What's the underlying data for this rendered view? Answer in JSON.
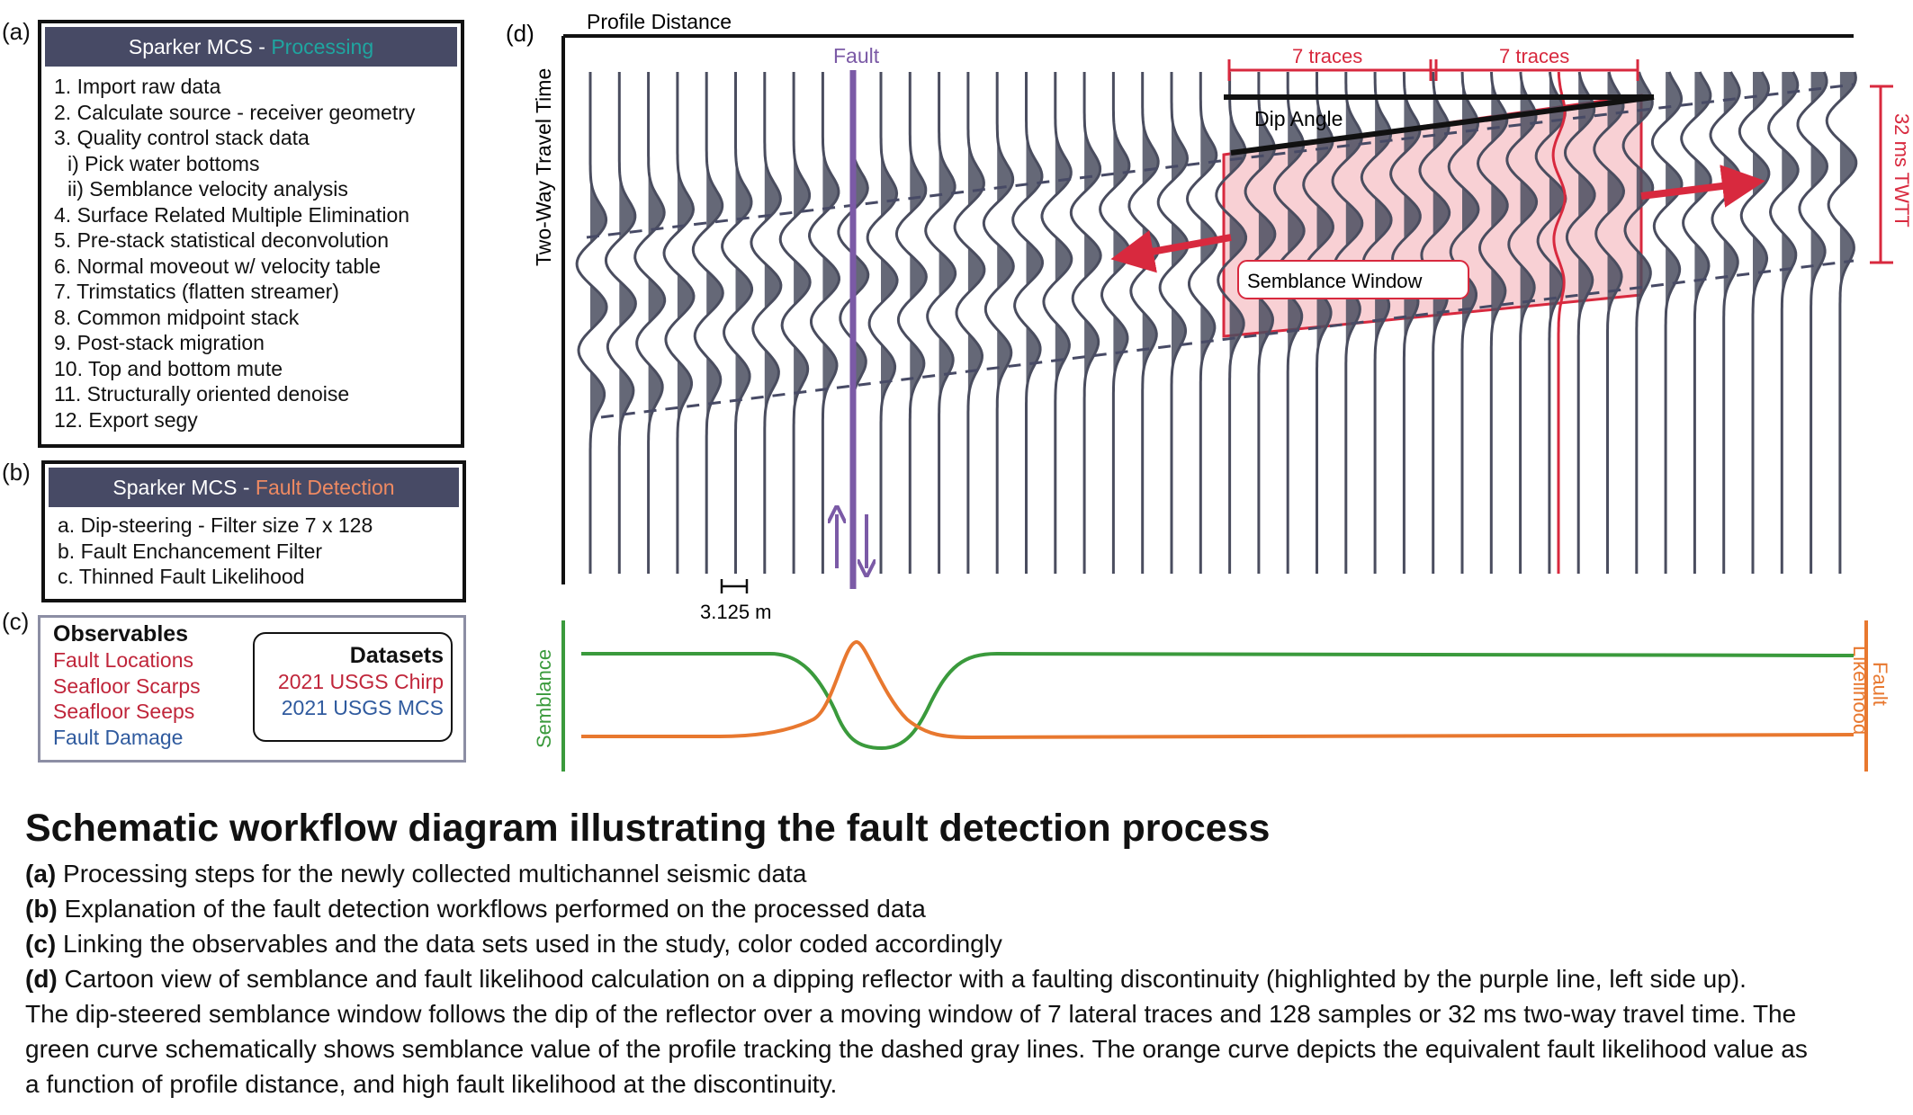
{
  "panel_labels": {
    "a": "(a)",
    "b": "(b)",
    "c": "(c)",
    "d": "(d)"
  },
  "processing": {
    "title_prefix": "Sparker MCS - ",
    "title_highlight": "Processing",
    "steps": [
      "1. Import raw data",
      "2. Calculate source - receiver geometry",
      "3. Quality control stack data",
      "   i) Pick water bottoms",
      "   ii) Semblance velocity analysis",
      "4. Surface Related Multiple Elimination",
      "5. Pre-stack statistical deconvolution",
      "6. Normal moveout w/ velocity table",
      "7. Trimstatics (flatten streamer)",
      "8. Common midpoint stack",
      "9. Post-stack migration",
      "10. Top and bottom mute",
      "11. Structurally oriented denoise",
      "12. Export segy"
    ]
  },
  "fault_detection": {
    "title_prefix": "Sparker MCS  - ",
    "title_highlight": "Fault Detection",
    "steps": [
      "a. Dip-steering - Filter size 7 x 128",
      "b. Fault Enchancement Filter",
      "c. Thinned Fault Likelihood"
    ]
  },
  "observables": {
    "title": "Observables",
    "items": [
      {
        "label": "Fault Locations",
        "color": "#c0253a"
      },
      {
        "label": "Seafloor Scarps",
        "color": "#c0253a"
      },
      {
        "label": "Seafloor Seeps",
        "color": "#c0253a"
      },
      {
        "label": "Fault Damage",
        "color": "#2f5a9e"
      }
    ]
  },
  "datasets": {
    "title": "Datasets",
    "items": [
      {
        "label": "2021 USGS Chirp",
        "color": "#c0253a"
      },
      {
        "label": "2021 USGS  MCS",
        "color": "#2f5a9e"
      }
    ]
  },
  "diagram": {
    "profile_distance": "Profile Distance",
    "two_way_travel_time": "Two-Way Travel Time",
    "fault": "Fault",
    "traces_left": "7 traces",
    "traces_right": "7 traces",
    "dip_angle": "Dip Angle",
    "semblance_window": "Semblance Window",
    "twtt": "32 ms TWTT",
    "scale": "3.125 m",
    "semblance": "Semblance",
    "fault_likelihood_1": "Fault",
    "fault_likelihood_2": "Likelihood"
  },
  "colors": {
    "header": "#474a65",
    "processing": "#1fa5a0",
    "fault_detection": "#ef8a62",
    "fault_line": "#7b5aa6",
    "window": "#d8293e",
    "semblance": "#3a9a3c",
    "fault_likelihood": "#e8782f",
    "trace": "#4a4d5f"
  },
  "caption": {
    "title": "Schematic workflow diagram illustrating the fault detection process",
    "a_label": "(a)",
    "a_text": " Processing steps for the newly collected multichannel seismic data",
    "b_label": "(b)",
    "b_text": " Explanation of the fault detection workflows performed on the processed data",
    "c_label": "(c)",
    "c_text": " Linking the observables and the data sets used in the study, color coded accordingly",
    "d_label": "(d)",
    "d_text": " Cartoon view of semblance and fault likelihood calculation on a dipping reflector with a faulting discontinuity (highlighted by the purple line, left side up).",
    "line2": "The dip-steered semblance window follows the dip of the reflector over a moving window of 7 lateral traces and 128 samples or 32 ms two-way travel time. The",
    "line3": "green curve schematically shows semblance value of the profile tracking the dashed gray lines. The orange curve depicts the equivalent fault likelihood value as",
    "line4": "a function of profile distance, and high fault likelihood at the discontinuity."
  }
}
